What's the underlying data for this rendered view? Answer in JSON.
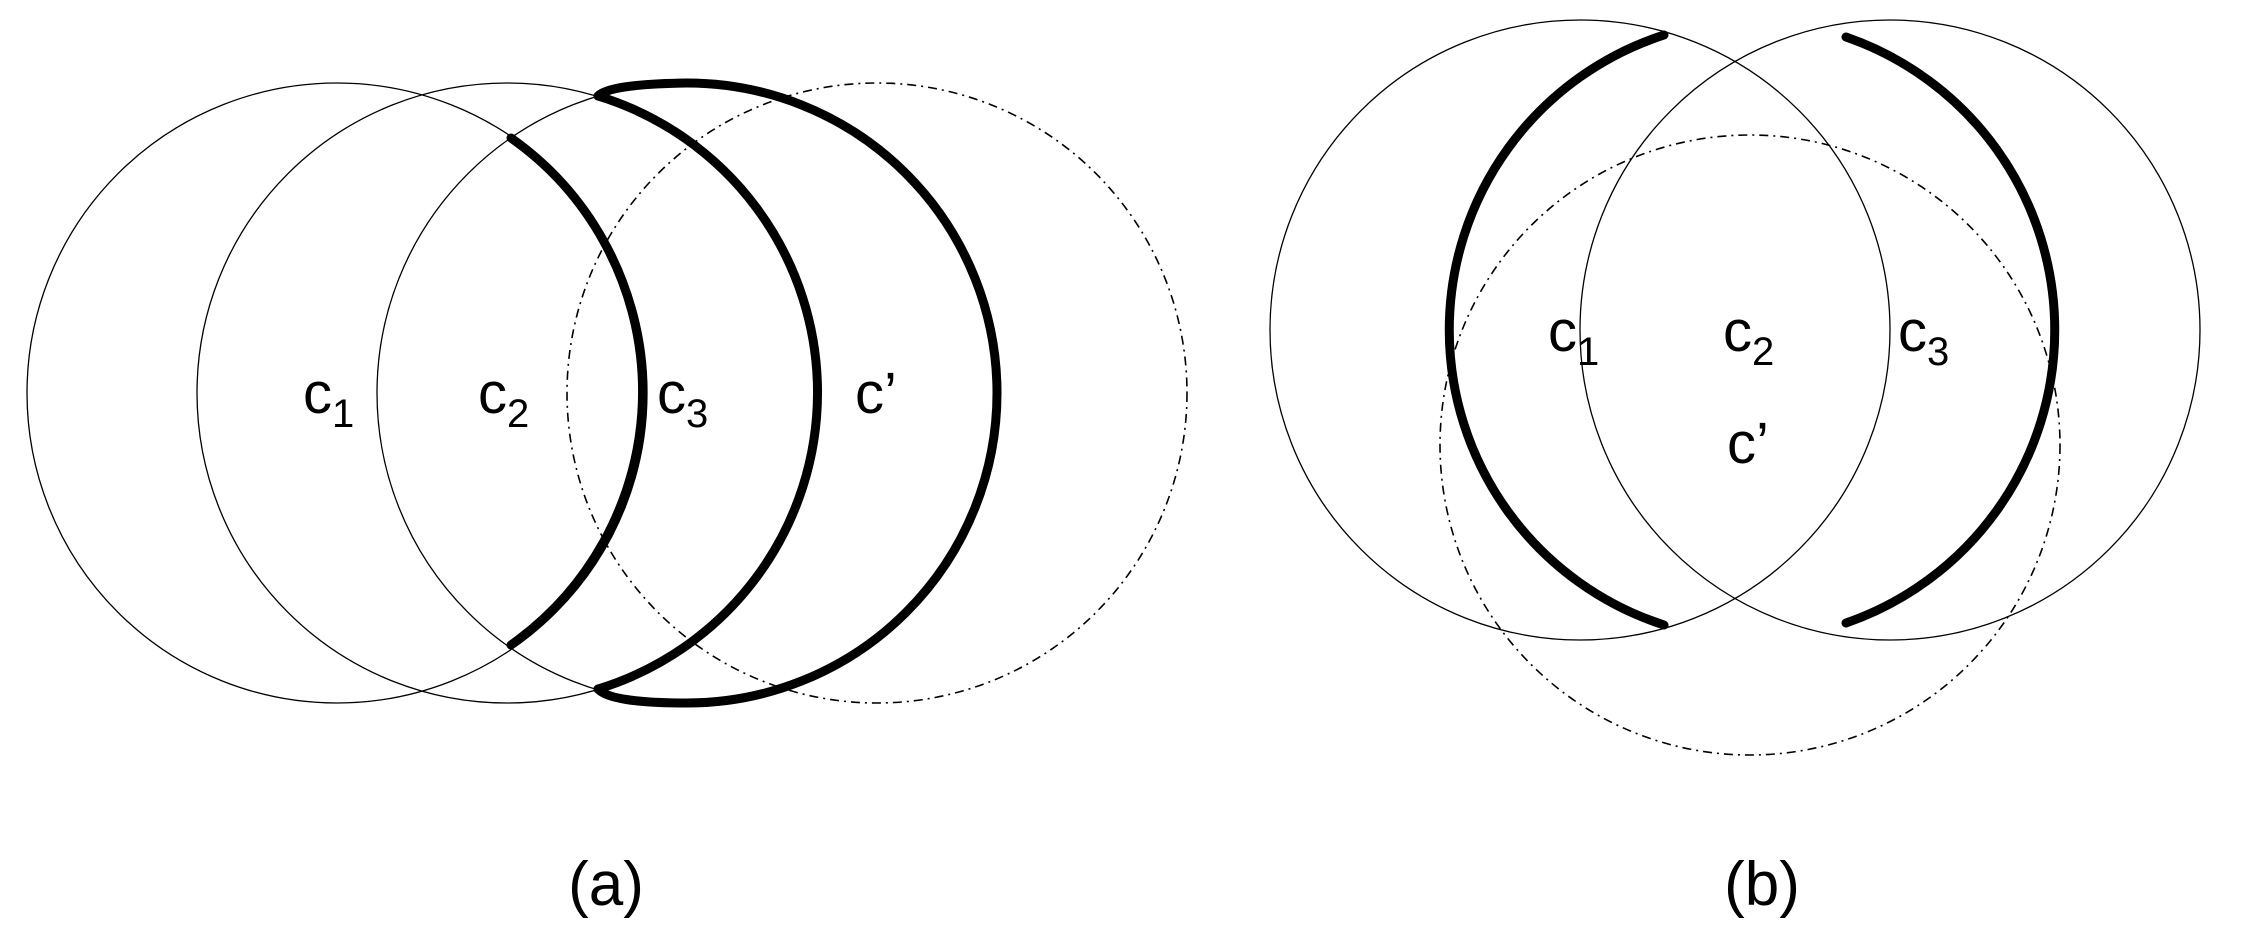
{
  "panel_a": {
    "caption": "(a)",
    "labels": [
      {
        "base": "c",
        "sub": "1"
      },
      {
        "base": "c",
        "sub": "2"
      },
      {
        "base": "c",
        "sub": "3"
      },
      {
        "base": "c’",
        "sub": ""
      }
    ]
  },
  "panel_b": {
    "caption": "(b)",
    "labels": [
      {
        "base": "c",
        "sub": "1"
      },
      {
        "base": "c",
        "sub": "2"
      },
      {
        "base": "c",
        "sub": "3"
      },
      {
        "base": "c’",
        "sub": ""
      }
    ]
  }
}
